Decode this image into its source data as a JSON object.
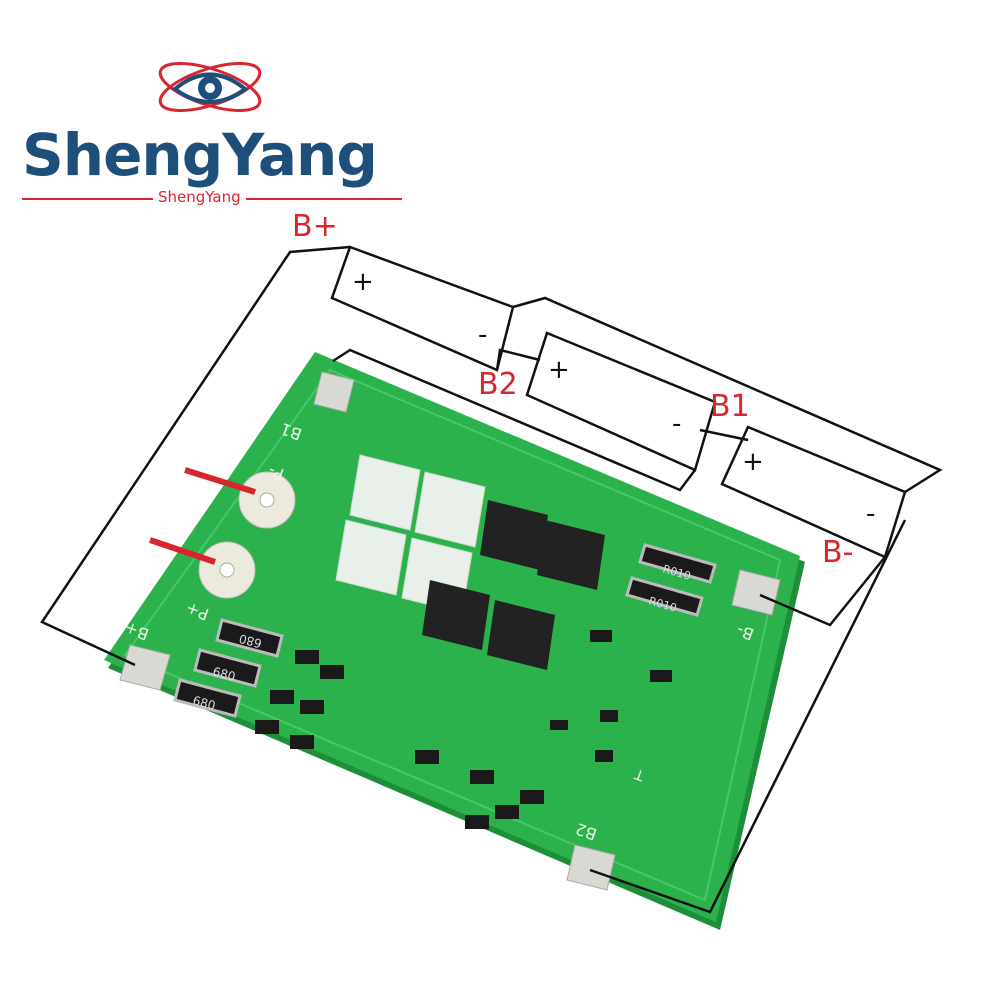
{
  "logo": {
    "main": "ShengYang",
    "sub": "ShengYang"
  },
  "labels": {
    "b_plus": "B+",
    "b2": "B2",
    "b1": "B1",
    "b_minus": "B-"
  },
  "cells": [
    {
      "plus": "+",
      "minus": "-"
    },
    {
      "plus": "+",
      "minus": "-"
    },
    {
      "plus": "+",
      "minus": "-"
    }
  ],
  "board": {
    "silk": {
      "b1": "B1",
      "b_plus": "B+",
      "b_minus": "B-",
      "b2": "B2",
      "p_minus": "P-",
      "p_plus": "P+",
      "t": "T"
    },
    "resistors": [
      "680",
      "680",
      "680"
    ],
    "shunts": [
      "R010",
      "R010"
    ]
  },
  "colors": {
    "pcb": "#2bb24c",
    "pcb_dark": "#1d8f39",
    "wire": "#111111",
    "label_red": "#d8262e",
    "logo_blue": "#1e4f7a"
  }
}
